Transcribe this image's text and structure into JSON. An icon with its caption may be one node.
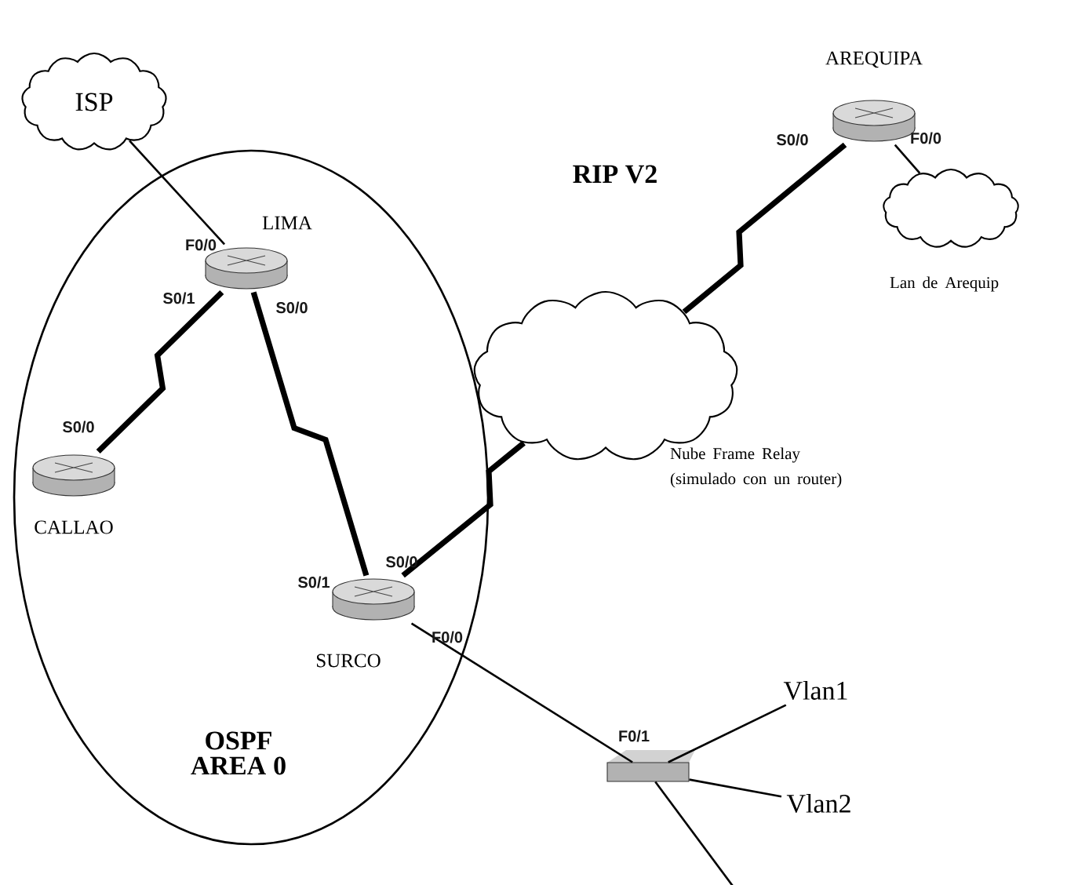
{
  "diagram": {
    "nodes": [
      {
        "text": [
          "ISP"
        ]
      },
      {
        "text": [
          "AREQUIPA"
        ]
      },
      {
        "text": [
          "Lan de Arequip"
        ]
      },
      {
        "text": [
          "OSPF AREA 0"
        ]
      },
      {
        "text": [
          "LIMA"
        ],
        "in": 3
      },
      {
        "text": [
          "Nube Frame Relay (simulado con un router)"
        ]
      },
      {
        "text": [
          "CALLAO"
        ],
        "in": 3
      },
      {
        "text": [
          "SURCO"
        ],
        "in": 3
      },
      {
        "text": [
          "Vlan1"
        ]
      },
      {
        "text": [],
        "shape": "box"
      },
      {
        "text": [
          "Vlan2"
        ]
      }
    ],
    "edges": [
      {
        "from": 0,
        "to": 4,
        "arrow": "none"
      },
      {
        "from": 4,
        "to": 6,
        "arrow": "none",
        "style": "thick"
      },
      {
        "from": 4,
        "to": 7,
        "arrow": "none",
        "style": "thick"
      },
      {
        "from": 7,
        "to": 5,
        "arrow": "none",
        "style": "thick"
      },
      {
        "from": 5,
        "to": 1,
        "arrow": "none",
        "style": "thick"
      },
      {
        "from": 1,
        "to": 2,
        "arrow": "none"
      },
      {
        "from": 7,
        "to": 9,
        "arrow": "none"
      },
      {
        "from": 9,
        "to": 8,
        "arrow": "none"
      },
      {
        "from": 9,
        "to": 10,
        "arrow": "none"
      },
      {
        "from": 9,
        "to": null,
        "arrow": "none"
      }
    ],
    "labels": [
      "S0/0",
      "F0/0",
      "RIP V2",
      "F0/0",
      "S0/1",
      "S0/0",
      "S0/0",
      "S0/0",
      "S0/1",
      "F0/0",
      "F0/1"
    ]
  }
}
